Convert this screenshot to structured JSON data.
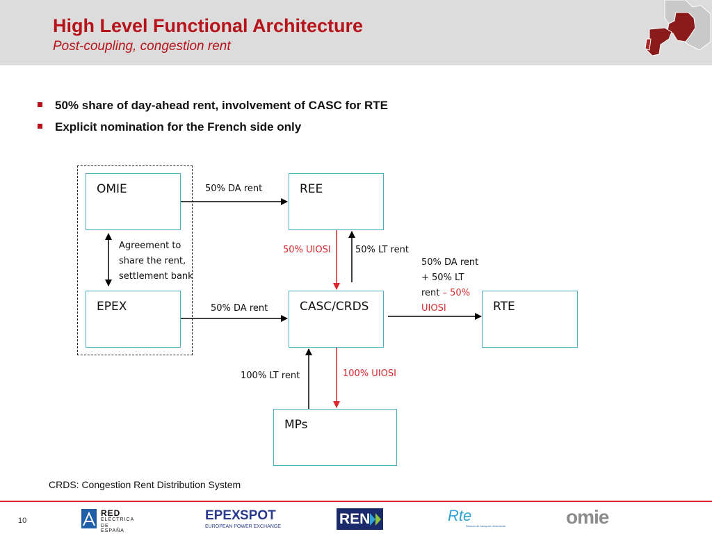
{
  "header": {
    "title": "High Level Functional Architecture",
    "subtitle": "Post-coupling, congestion rent"
  },
  "bullets": [
    "50% share of day-ahead rent, involvement of CASC for RTE",
    "Explicit nomination for the French side only"
  ],
  "diagram": {
    "nodes": {
      "omie": "OMIE",
      "epex": "EPEX",
      "ree": "REE",
      "casc": "CASC/CRDS",
      "rte": "RTE",
      "mps": "MPs"
    },
    "labels": {
      "omie_ree": "50% DA rent",
      "agreement": [
        "Agreement to",
        "share the rent,",
        "settlement bank"
      ],
      "epex_casc": "50% DA rent",
      "ree_casc_uiosi": "50% UIOSI",
      "casc_ree_lt": "50% LT rent",
      "casc_rte_1": "50% DA rent",
      "casc_rte_2": "+ 50% LT",
      "casc_rte_3a": "rent ",
      "casc_rte_3b": "– 50%",
      "casc_rte_4": "UIOSI",
      "mps_casc_lt": "100% LT rent",
      "casc_mps_uiosi": "100% UIOSI"
    },
    "colors": {
      "box_border": "#4bacc6",
      "red_flow": "#d9262b",
      "black_flow": "#000000"
    }
  },
  "footnote": "CRDS: Congestion Rent Distribution System",
  "footer": {
    "page_number": "10",
    "logos": {
      "red_electrica": [
        "RED",
        "ELÉCTRICA",
        "DE ESPAÑA"
      ],
      "epex": [
        "EPEX",
        "SPOT",
        "EUROPEAN POWER EXCHANGE"
      ],
      "ren": "REN",
      "rte": [
        "Rte",
        "Réseau de transport d'électricité"
      ],
      "omie": "omie"
    }
  }
}
